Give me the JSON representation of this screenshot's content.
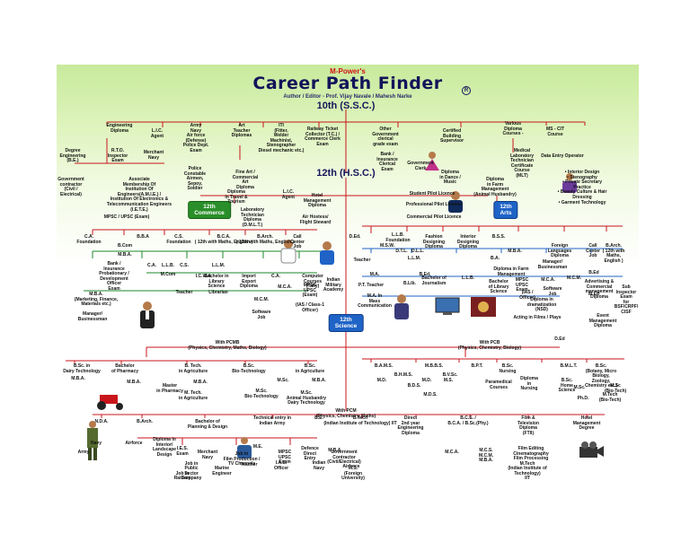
{
  "header": {
    "brand": "M-Power's",
    "title": "Career Path Finder",
    "registered_mark": "R",
    "author": "Author / Editor - Prof. Vijay Navale / Mahesh Narke"
  },
  "levels": {
    "tenth": "10th (S.S.C.)",
    "twelfth": "12th (H.S.C.)"
  },
  "streams": {
    "commerce": "12th\nCommerce",
    "arts": "12th\nArts",
    "science": "12th\nScience"
  },
  "after_10th": [
    "Engineering\nDiploma",
    "L.I.C.\nAgent",
    "Army\nNavy\nAir force\n(Defense)\nPolice Dept.\nExam",
    "Art\nTeacher\nDiplomas",
    "ITI\n(Fitter,\nWelder\nMachinist,\nStenographer\nDiesel mechanic etc.)",
    "Railway Ticket\nCollector (T.C.) /\nCommerce Clerk\nExam",
    "Other\nGovernment\nclerical\ngrade exam",
    "Certified\nBuilding\nSupervisor",
    "Various\nDiploma\nCourses -",
    "MS - CIT\nCourse",
    "Degree\nEngineering\n(B.E.)",
    "R.T.O.\nInspector\nExam",
    "Merchant\nNavy",
    "Bank /\nInsurance\nClerical\nExam",
    "Government\nClerk",
    "Diploma\nin Dance /\nMusic",
    "Medical\nLaboratory\nTechnician\nCertificate\nCourse\n(MLT)",
    "Data Entry Operator",
    "Government\ncontractor\n(Civil /\nElectrical)",
    "Associate\nMembership Of\nInstitution Of\nEngineers(A.M.I.E.) /\nInstitution Of Electronics &\nTelecommunication Engineers\n(I.E.T.E.)",
    "Police\nConstable\nAirmen,\nSepoy,\nSoldier",
    "Fine Art /\nCommercial\nArt\nDiploma",
    "Diploma\nin Farm\nManagement\n(Animal Husbandry)",
    "• Interior Design\n• Stenography\n• Private Secretary Practice\n• Beauty Culture & Hair Dressing\n• Garment Technology"
  ],
  "after_12th_general": [
    "MPSC / UPSC (Exam)",
    "Diploma\nin Travel &\nTourism",
    "Laboratory\nTechnician\nDiploma\n(D.M.L.T.)",
    "L.I.C.\nAgent",
    "Hotel\nManagement\nDiploma",
    "Air Hostess/\nFlight Steward",
    "Student Pilot Licence",
    "Professional Pilot Licence",
    "Commercial Pilot Licence"
  ],
  "commerce": [
    "C.A.\nFoundation",
    "C.S.\nFoundation",
    "B.B.A",
    "B.Com",
    "B.C.A.\n( 12th with Maths, English )",
    "B.Arch.\n( 12th with Maths, English )",
    "Call\nCenter\nJob",
    "M.B.A.",
    "Bank /\nInsurance\nProbationary /\nDevelopment\nOfficer\nExam",
    "C.A.",
    "L.L.B.",
    "C.S.",
    "M.Com",
    "I.C.W.A.",
    "L.L.M.",
    "Bachelor in\nLibrary\nScience",
    "Teacher",
    "Librarian",
    "Import\nExport\nDiploma",
    "C.A.",
    "M.C.A.",
    "M.C.M.",
    "MPSC\nUPSC\n(Exam)",
    "Computer\nCourses\n(Tally)",
    "Indian\nMilitary\nAcademy",
    "M.B.A.\n(Marketing, Finance,\nMaterials etc.)",
    "Manager/\nBusinessman",
    "Software\nJob",
    "(IAS / Class-1\nOfficer)"
  ],
  "arts": [
    "D.Ed.",
    "L.L.B.\nFoundation",
    "Fashion\nDesigning\nDiploma",
    "Interior\nDesigning\nDiploma",
    "B.S.S.",
    "M.S.W.",
    "D.T.L.",
    "D.L.L.",
    "L.L.M.",
    "Teacher",
    "B.A.",
    "Diploma in Farm\nManagement",
    "M.B.A.",
    "Foreign\nLanguages\nDiploma",
    "Call\nCenter\nJob",
    "B.Arch.\n( 12th with Maths,\nEnglish )",
    "Manager/\nBusinessman",
    "M.A.",
    "B.Ed.",
    "P.T. Teacher",
    "B.Lib.",
    "Bachelor of\nJournalism",
    "L.L.B.",
    "Bachelor\nof Library\nScience",
    "MPSC\nUPSC\nExam",
    "M.C.A.",
    "M.C.M.",
    "B.Ed",
    "Advertising &\nCommercial\nmanagement\nDiploma",
    "M.A. In\nMass\nCommunication",
    "(IAS /\nOfficer)",
    "Software\nJob",
    "M.Ed",
    "Sub\nInspector\nExam\nfor\nBSF/CRPF/\nCISF",
    "Diploma in\ndramatization\n(NSD)",
    "Acting in Films / Plays",
    "Event\nManagement\nDiploma",
    "D.Ed"
  ],
  "science": [
    "With PCMB\n(Physics, Chemistry, Maths, Biology)",
    "With PCB\n(Physics, Chemistry, Biology)",
    "B.Sc. in\nDairy Technology",
    "Bachelor\nof Pharmacy",
    "B. Tech.\nin Agriculture",
    "B.Sc.\nBio-Technology",
    "B.Sc.\nin Agriculture",
    "M.B.A.",
    "M.B.A.",
    "Master\nin Pharmacy",
    "M.B.A.",
    "M.Sc.",
    "M.B.A.",
    "M.Sc.\nBio-Technology",
    "M. Tech.\nin Agriculture",
    "M.Sc.\nAnimal Husbandry\nDairy Technology",
    "B.A.M.S.",
    "B.H.M.S.",
    "M.B.B.S.",
    "B.D.S.",
    "B.V.Sc.",
    "B.P.T.",
    "B.Sc.\nNursing",
    "M.D.",
    "M.D.",
    "M.S.",
    "Paramedical\nCourses",
    "M.D.S.",
    "Diploma\nin\nNursing",
    "B.M.L.T.",
    "B.Sc.\n(Botany, Micro Biology,\nZoology,\nChemistry etc.)",
    "B.Sc.\nHome\nScience",
    "M.Sc.",
    "M.Sc\n(Bio-Tech)",
    "M.Tech\n(Bio-Tech)",
    "Ph.D.",
    "With PCM\n(Physics, Chemistry, Maths)",
    "N.D.A.",
    "B.Arch.",
    "Bachelor of\nPlanning & Design",
    "Technical entry in\nIndian Army",
    "B.E.",
    "B.Tech\n(Indian Institute of Technology) IIT",
    "Direct\n2nd year\nEngineering\nDiploma",
    "B.C.S. /\nB.C.A. / B.Sc.(Phy.)",
    "Film &\nTelevision\nDiploma\n(FTII)",
    "Hotel\nManagement\nDegree",
    "Army",
    "Navy",
    "Airforce",
    "Diploma in\nInterior/\nLandscape\nDesign",
    "I.E.S.\nExam",
    "Merchant\nNavy",
    "M.E.",
    "MPSC\nUPSC\nExam",
    "Defence\nDirect\nEntry",
    "Government\nContractor\n(Civil/Electrical)",
    "M.C.A.",
    "M.C.S.\nM.C.M.\nM.B.A.",
    "Film Editing\nCinematography\nFilm Processing",
    "Job in\nRailway",
    "Job in\nPublic\nSector\nCompany",
    "Marine\nEngineer",
    "Teacher",
    "M.B.A.",
    "I.A.S.\nOfficer",
    "Indian\nNavy",
    "Airforce",
    "M.S.\n(Foreign\nUniversity)",
    "M.Tech\n(Indian Institute of\nTechnology)\nIIT",
    "Job in\nFilm Production /\nTV Channels",
    "Engineer"
  ],
  "colors": {
    "line_red": "#c8151b",
    "line_green": "#1a8a2a",
    "line_blue": "#1f63c6",
    "commerce_box": "#2a8f2a",
    "arts_box": "#1f63c6",
    "science_box": "#1f63c6",
    "title": "#13135a"
  },
  "illustrations": [
    "lawyer",
    "journalist",
    "doctor",
    "tractor",
    "army-soldier",
    "pilot",
    "student-at-computer",
    "dancer",
    "teacher",
    "scientist"
  ]
}
